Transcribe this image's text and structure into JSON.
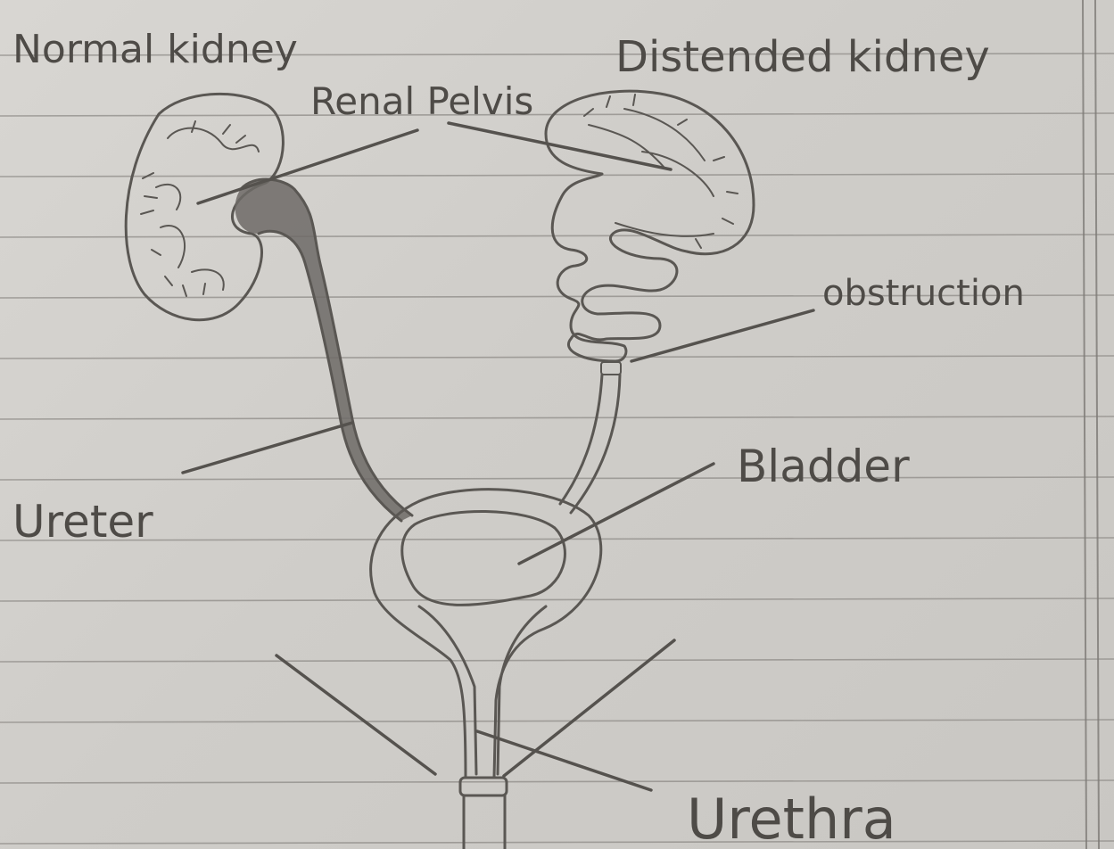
{
  "labels": {
    "normal_kidney": "Normal kidney",
    "renal_pelvis": "Renal Pelvis",
    "distended_kidney": "Distended kidney",
    "obstruction": "obstruction",
    "ureter": "Ureter",
    "bladder": "Bladder",
    "urethra": "Urethra"
  },
  "colors": {
    "paper": "#d2d0cc",
    "pencil": "#5a5753",
    "ruled_line": "#8f8c88"
  }
}
